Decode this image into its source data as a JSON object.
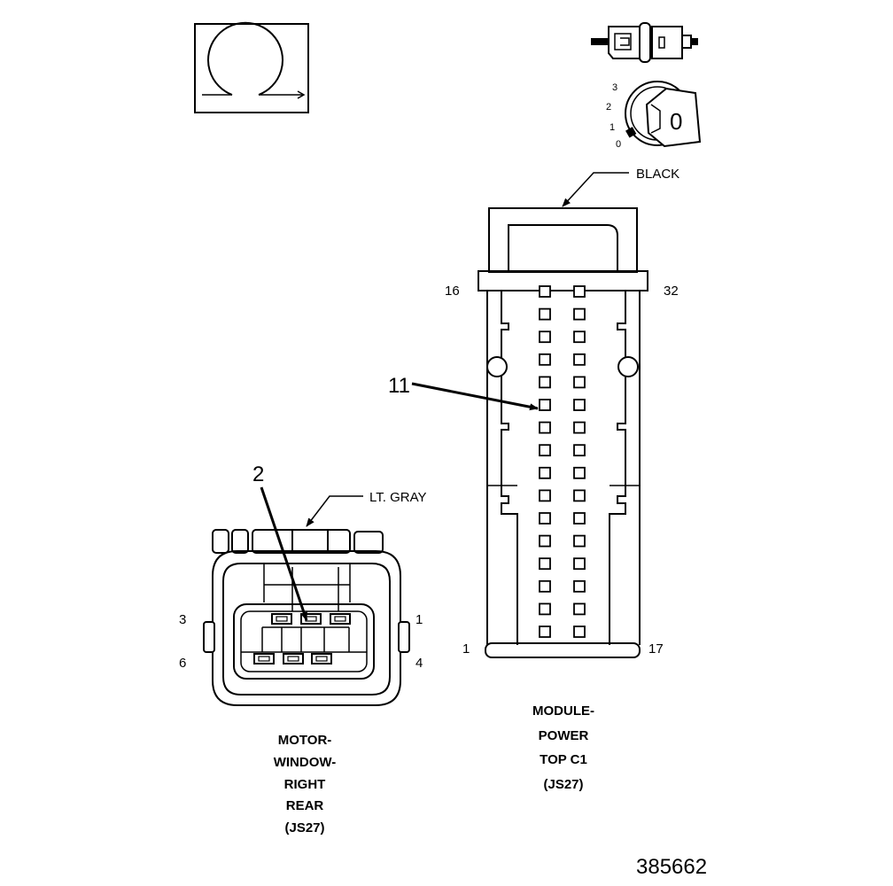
{
  "ohm_symbol": "Ω",
  "key_positions": [
    "3",
    "2",
    "1",
    "0"
  ],
  "key_glyph": "0",
  "module_connector": {
    "color_label": "BLACK",
    "pin_top_left": "16",
    "pin_top_right": "32",
    "pin_bottom_left": "1",
    "pin_bottom_right": "17",
    "callout": "11",
    "caption": [
      "MODULE-",
      "POWER",
      "TOP C1",
      "(JS27)"
    ]
  },
  "motor_connector": {
    "color_label": "LT. GRAY",
    "callout": "2",
    "pin_top_left": "3",
    "pin_top_right": "1",
    "pin_bottom_left": "6",
    "pin_bottom_right": "4",
    "caption": [
      "MOTOR-",
      "WINDOW-",
      "RIGHT",
      "REAR",
      "(JS27)"
    ]
  },
  "document_number": "385662"
}
